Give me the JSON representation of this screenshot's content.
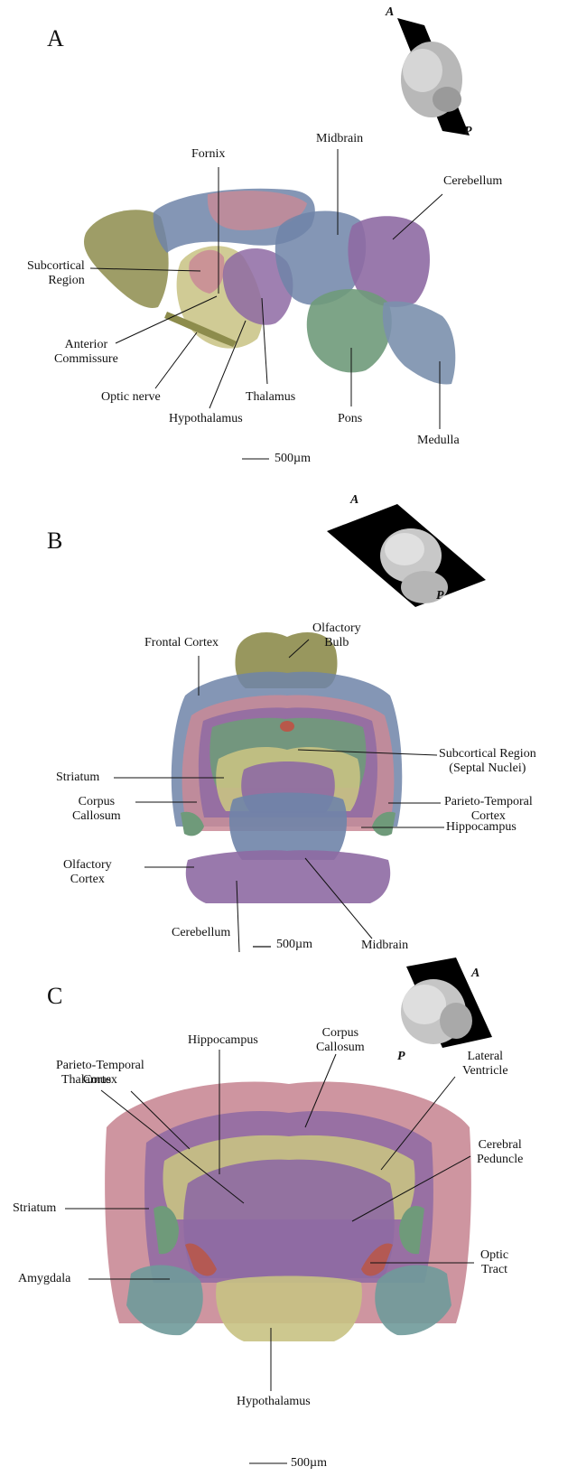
{
  "colors": {
    "olive": "#8d8c4c",
    "blue": "#6f84a8",
    "pink": "#c98a96",
    "purple": "#8e6aa3",
    "green": "#6f9a7a",
    "yellow": "#c8c283",
    "red": "#b8584a",
    "slate": "#7b90ad"
  },
  "panels": {
    "a": {
      "letter": "A",
      "axis_a": "A",
      "axis_p": "P",
      "scale": "500µm",
      "labels": {
        "fornix": "Fornix",
        "midbrain": "Midbrain",
        "cerebellum": "Cerebellum",
        "subcortical": "Subcortical\nRegion",
        "anterior_commissure": "Anterior\nCommissure",
        "optic_nerve": "Optic nerve",
        "thalamus": "Thalamus",
        "hypothalamus": "Hypothalamus",
        "pons": "Pons",
        "medulla": "Medulla"
      }
    },
    "b": {
      "letter": "B",
      "axis_a": "A",
      "axis_p": "P",
      "scale": "500µm",
      "labels": {
        "olfactory_bulb": "Olfactory\nBulb",
        "frontal_cortex": "Frontal Cortex",
        "striatum": "Striatum",
        "subcortical": "Subcortical Region\n(Septal Nuclei)",
        "corpus_callosum": "Corpus\nCallosum",
        "parieto_temporal": "Parieto-Temporal\nCortex",
        "hippocampus": "Hippocampus",
        "olfactory_cortex": "Olfactory\nCortex",
        "cerebellum": "Cerebellum",
        "midbrain": "Midbrain"
      }
    },
    "c": {
      "letter": "C",
      "axis_a": "A",
      "axis_p": "P",
      "scale": "500µm",
      "labels": {
        "parieto_temporal": "Parieto-Temporal\nCortex",
        "hippocampus": "Hippocampus",
        "corpus_callosum": "Corpus\nCallosum",
        "lateral_ventricle": "Lateral\nVentricle",
        "thalamus": "Thalamus",
        "cerebral_peduncle": "Cerebral\nPeduncle",
        "striatum": "Striatum",
        "optic_tract": "Optic\nTract",
        "amygdala": "Amygdala",
        "hypothalamus": "Hypothalamus"
      }
    }
  }
}
